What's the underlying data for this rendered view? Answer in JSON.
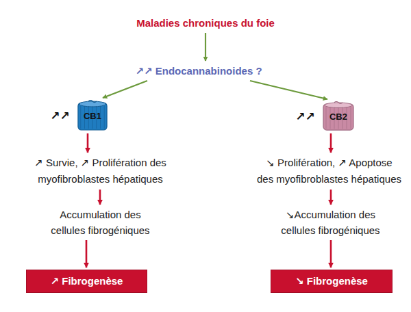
{
  "diagram": {
    "nodes": [
      {
        "text": [
          "Maladies chroniques du foie"
        ]
      },
      {
        "text": [
          "↗↗ Endocannabinoides ?"
        ]
      },
      {
        "text": [
          "↗↗",
          "CB1"
        ]
      },
      {
        "text": [
          "↗↗",
          "CB2"
        ]
      },
      {
        "text": [
          "↗ Survie, ↗ Prolifération des myofibroblastes hépatiques"
        ]
      },
      {
        "text": [
          "↘ Prolifération, ↗ Apoptose des myofibroblastes hépatiques"
        ]
      },
      {
        "text": [
          "Accumulation des cellules fibrogéniques"
        ]
      },
      {
        "text": [
          "↘Accumulation des cellules fibrogéniques"
        ]
      },
      {
        "text": [
          "↗ Fibrogenèse"
        ]
      },
      {
        "text": [
          "↘ Fibrogenèse"
        ]
      }
    ],
    "edges": [
      {
        "from": 0,
        "to": 1,
        "arrow": "to"
      },
      {
        "from": 1,
        "to": 2,
        "arrow": "to"
      },
      {
        "from": 1,
        "to": 3,
        "arrow": "to"
      },
      {
        "from": 2,
        "to": 4,
        "arrow": "to"
      },
      {
        "from": 4,
        "to": 6,
        "arrow": "to"
      },
      {
        "from": 6,
        "to": 8,
        "arrow": "to"
      },
      {
        "from": 3,
        "to": 5,
        "arrow": "to"
      },
      {
        "from": 5,
        "to": 7,
        "arrow": "to"
      },
      {
        "from": 7,
        "to": 9,
        "arrow": "to"
      }
    ]
  }
}
